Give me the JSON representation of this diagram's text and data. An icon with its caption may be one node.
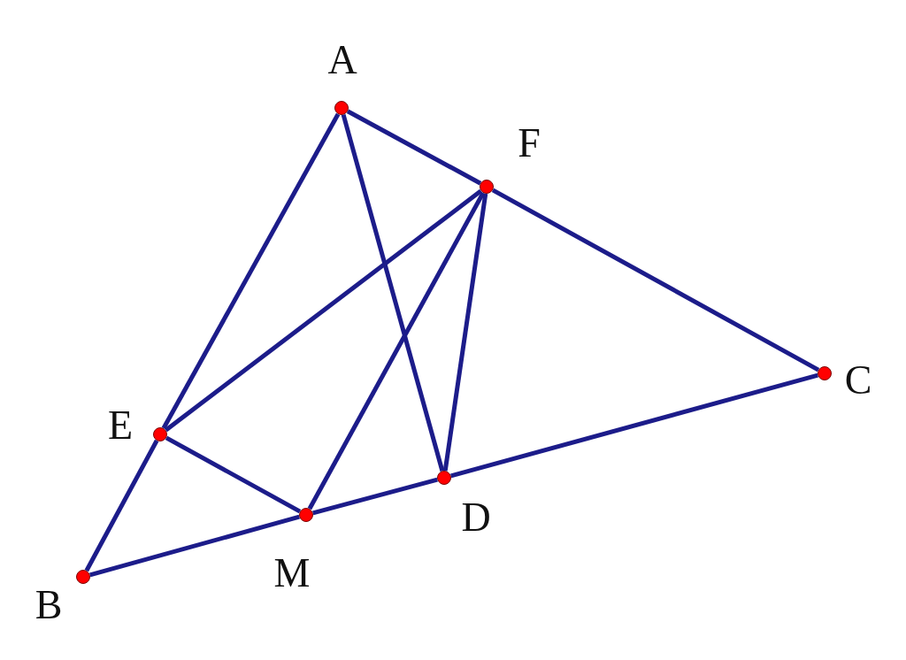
{
  "diagram": {
    "nodes": [
      {
        "text": [],
        "shape": "circle",
        "beside": [
          "A"
        ]
      },
      {
        "text": [],
        "shape": "circle",
        "beside": [
          "F"
        ]
      },
      {
        "text": [],
        "shape": "circle",
        "beside": [
          "C"
        ]
      },
      {
        "text": [],
        "shape": "circle",
        "beside": [
          "E"
        ]
      },
      {
        "text": [],
        "shape": "circle",
        "beside": [
          "D"
        ]
      },
      {
        "text": [],
        "shape": "circle",
        "beside": [
          "M"
        ]
      },
      {
        "text": [],
        "shape": "circle",
        "beside": [
          "B"
        ]
      }
    ],
    "edges": [
      {
        "from": 0,
        "to": 1,
        "arrow": "none"
      },
      {
        "from": 1,
        "to": 2,
        "arrow": "none"
      },
      {
        "from": 0,
        "to": 3,
        "arrow": "none"
      },
      {
        "from": 3,
        "to": 6,
        "arrow": "none"
      },
      {
        "from": 6,
        "to": 5,
        "arrow": "none"
      },
      {
        "from": 5,
        "to": 4,
        "arrow": "none"
      },
      {
        "from": 4,
        "to": 2,
        "arrow": "none"
      },
      {
        "from": 0,
        "to": 4,
        "arrow": "none"
      },
      {
        "from": 3,
        "to": 1,
        "arrow": "none"
      },
      {
        "from": 1,
        "to": 5,
        "arrow": "none"
      },
      {
        "from": 1,
        "to": 4,
        "arrow": "none"
      },
      {
        "from": 3,
        "to": 5,
        "arrow": "none"
      }
    ]
  }
}
